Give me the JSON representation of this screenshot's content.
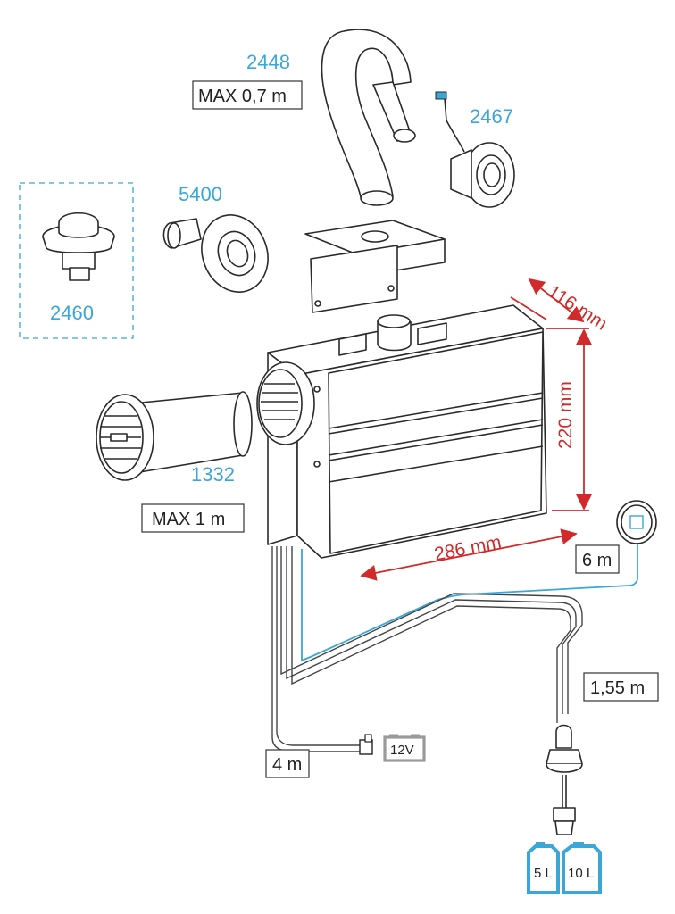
{
  "parts": {
    "p2448": "2448",
    "p2467": "2467",
    "p5400": "5400",
    "p2460": "2460",
    "p1332": "1332"
  },
  "dimensions": {
    "depth": "116 mm",
    "height": "220 mm",
    "width": "286 mm"
  },
  "lengths": {
    "max_duct_top": "MAX 0,7 m",
    "max_duct_side": "MAX 1 m",
    "panel_cable": "6 m",
    "fuel_line": "1,55 m",
    "power_cable": "4 m"
  },
  "battery": "12V",
  "tanks": [
    "5 L",
    "10 L"
  ],
  "colors": {
    "accent_blue": "#3aa7d8",
    "dimension_red": "#d22a2a",
    "outline": "#2a2a2a",
    "battery_gray": "#9a9a9a"
  }
}
